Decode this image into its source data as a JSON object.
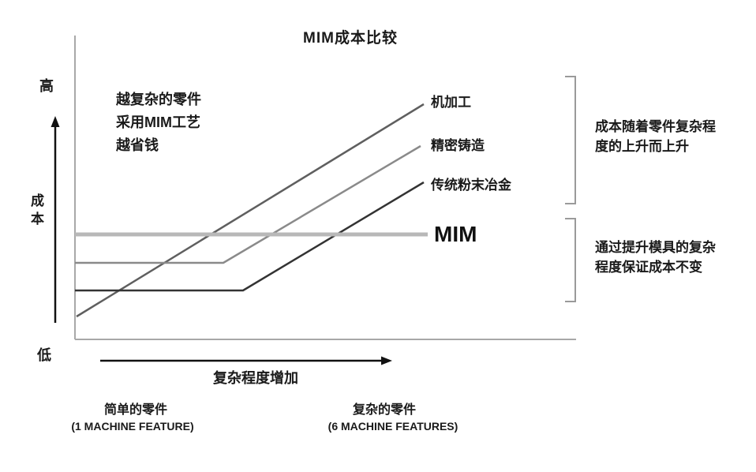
{
  "title": "MIM成本比较",
  "y_axis": {
    "top_label": "高",
    "axis_label": "成本",
    "bottom_label": "低"
  },
  "x_axis": {
    "arrow_label": "复杂程度增加"
  },
  "left_note": {
    "lines": [
      "越复杂的零件",
      "采用MIM工艺",
      "越省钱"
    ]
  },
  "line_labels": {
    "machining": "机加工",
    "precision_casting": "精密铸造",
    "powder_metallurgy": "传统粉末冶金",
    "mim": "MIM"
  },
  "right_notes": [
    {
      "lines": [
        "成本随着零件复杂程",
        "度的上升而上升"
      ]
    },
    {
      "lines": [
        "通过提升模具的复杂",
        "程度保证成本不变"
      ]
    }
  ],
  "x_end_labels": {
    "left_title": "简单的零件",
    "left_sub": "(1 MACHINE FEATURE)",
    "right_title": "复杂的零件",
    "right_sub": "(6 MACHINE FEATURES)"
  },
  "colors": {
    "text": "#1a1a1a",
    "axis": "#a8a8a8",
    "bracket": "#9a9a9a",
    "arrow": "#111111",
    "machining_line": "#5f5f5f",
    "precision_casting_line": "#8a8a8a",
    "powder_metallurgy_line": "#333333",
    "mim_line": "#b8b8b8"
  },
  "chart_data": {
    "type": "line",
    "title": "MIM成本比较",
    "xlabel": "复杂程度增加",
    "ylabel": "成本",
    "y_qualitative_range": [
      "低",
      "高"
    ],
    "x_qualitative_range": [
      "简单的零件 (1 MACHINE FEATURE)",
      "复杂的零件 (6 MACHINE FEATURES)"
    ],
    "units": "px",
    "plot_note": "y decreases upward on screen; cost low at y=430, high at y=45",
    "axes": {
      "color": "#a8a8a8",
      "width": 2,
      "left": [
        [
          95,
          45
        ],
        [
          95,
          430
        ]
      ],
      "bottom": [
        [
          95,
          430
        ],
        [
          730,
          430
        ]
      ]
    },
    "series": [
      {
        "name": "机加工",
        "color": "#5f5f5f",
        "width": 2.5,
        "points": [
          [
            97,
            401
          ],
          [
            537,
            132
          ]
        ]
      },
      {
        "name": "精密铸造",
        "color": "#8a8a8a",
        "width": 2.5,
        "points": [
          [
            95,
            333
          ],
          [
            283,
            333
          ],
          [
            533,
            185
          ]
        ]
      },
      {
        "name": "传统粉末冶金",
        "color": "#333333",
        "width": 2.5,
        "points": [
          [
            95,
            368
          ],
          [
            308,
            368
          ],
          [
            537,
            231
          ]
        ]
      },
      {
        "name": "MIM",
        "color": "#b8b8b8",
        "width": 5,
        "points": [
          [
            95,
            297
          ],
          [
            542,
            297
          ]
        ]
      }
    ],
    "arrows": [
      {
        "name": "cost-axis-arrow",
        "from": [
          70,
          409
        ],
        "to": [
          70,
          147
        ],
        "color": "#111111",
        "width": 2.5
      },
      {
        "name": "complexity-axis-arrow",
        "from": [
          127,
          457
        ],
        "to": [
          497,
          457
        ],
        "color": "#111111",
        "width": 2.5
      }
    ],
    "brackets": {
      "color": "#9a9a9a",
      "width": 2,
      "items": [
        {
          "name": "rising-cost-bracket",
          "points": [
            [
              716,
              97
            ],
            [
              729,
              97
            ],
            [
              729,
              258
            ],
            [
              716,
              258
            ]
          ]
        },
        {
          "name": "constant-cost-bracket",
          "points": [
            [
              716,
              277
            ],
            [
              729,
              277
            ],
            [
              729,
              382
            ],
            [
              716,
              382
            ]
          ]
        }
      ]
    }
  }
}
